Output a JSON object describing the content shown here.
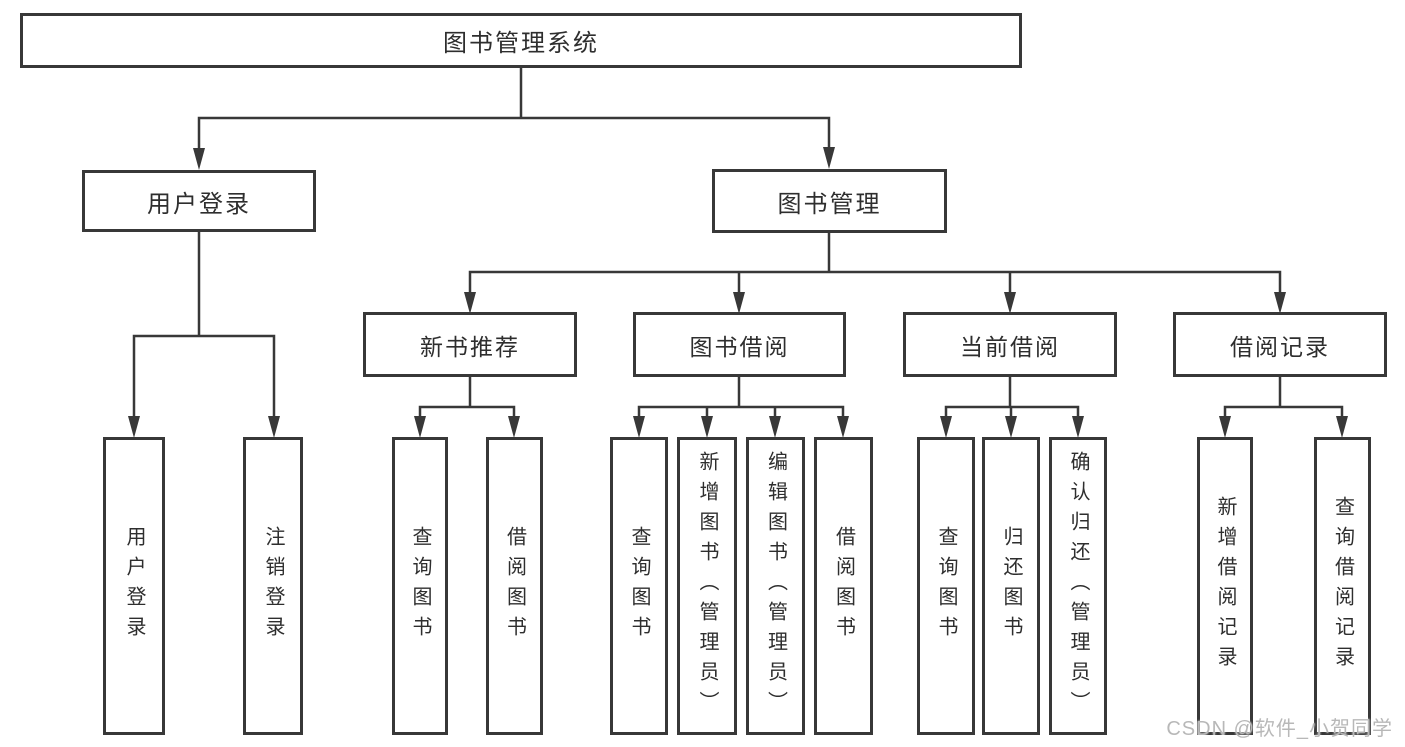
{
  "nodes": {
    "system": "图书管理系统",
    "user_login": "用户登录",
    "book_mgmt": "图书管理",
    "new_book_rec": "新书推荐",
    "book_borrow": "图书借阅",
    "current_borrow": "当前借阅",
    "borrow_record": "借阅记录",
    "leaf_user_login": "用户登录",
    "leaf_logout": "注销登录",
    "leaf_query_book_rec": "查询图书",
    "leaf_borrow_book_rec": "借阅图书",
    "leaf_query_book_borrow": "查询图书",
    "leaf_add_book_admin": "新增图书（管理员）",
    "leaf_edit_book_admin": "编辑图书（管理员）",
    "leaf_borrow_book_borrow": "借阅图书",
    "leaf_query_book_current": "查询图书",
    "leaf_return_book": "归还图书",
    "leaf_confirm_return_admin": "确认归还（管理员）",
    "leaf_add_borrow_record": "新增借阅记录",
    "leaf_query_borrow_record": "查询借阅记录"
  },
  "watermark": "CSDN @软件_小贺同学",
  "colors": {
    "line": "#383838",
    "box_border": "#383838",
    "text": "#2e2e2e",
    "watermark": "#b8b8b8",
    "background": "#ffffff"
  }
}
